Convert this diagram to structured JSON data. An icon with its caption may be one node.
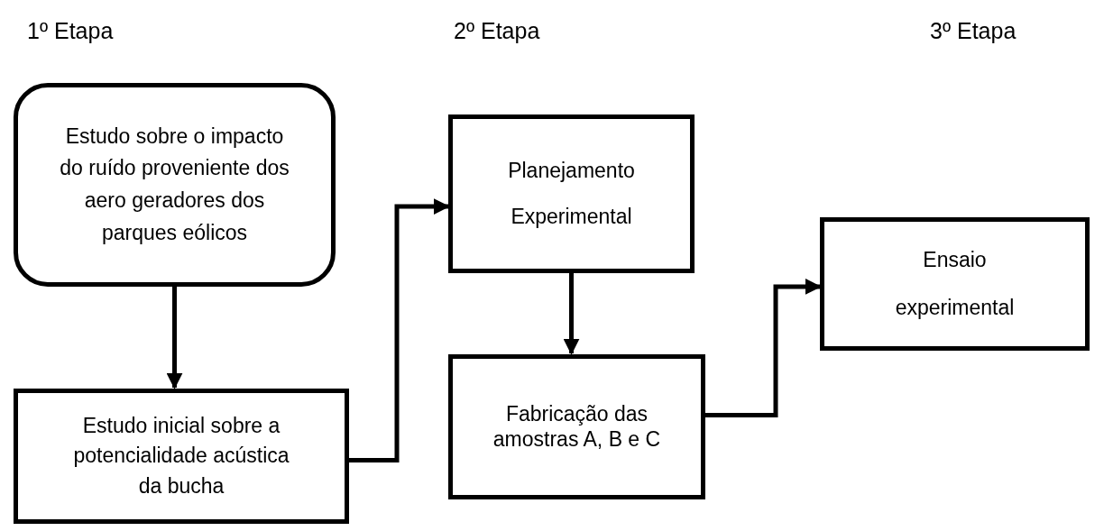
{
  "diagram": {
    "nodes": [
      {
        "text": [
          "Estudo sobre o impacto do ruído proveniente dos aero geradores dos parques eólicos"
        ]
      },
      {
        "text": [
          "Estudo inicial sobre a potencialidade acústica da bucha"
        ]
      },
      {
        "text": [
          "Planejamento Experimental"
        ]
      },
      {
        "text": [
          "Fabricação das amostras A, B e C"
        ]
      },
      {
        "text": [
          "Ensaio experimental"
        ]
      }
    ],
    "edges": [
      {
        "from": 0,
        "to": 1,
        "arrow": "to"
      },
      {
        "from": 1,
        "to": 2,
        "arrow": "to"
      },
      {
        "from": 2,
        "to": 3,
        "arrow": "to"
      },
      {
        "from": 3,
        "to": 4,
        "arrow": "to"
      }
    ],
    "labels": [
      "1º Etapa",
      "2º Etapa",
      "3º Etapa"
    ]
  }
}
